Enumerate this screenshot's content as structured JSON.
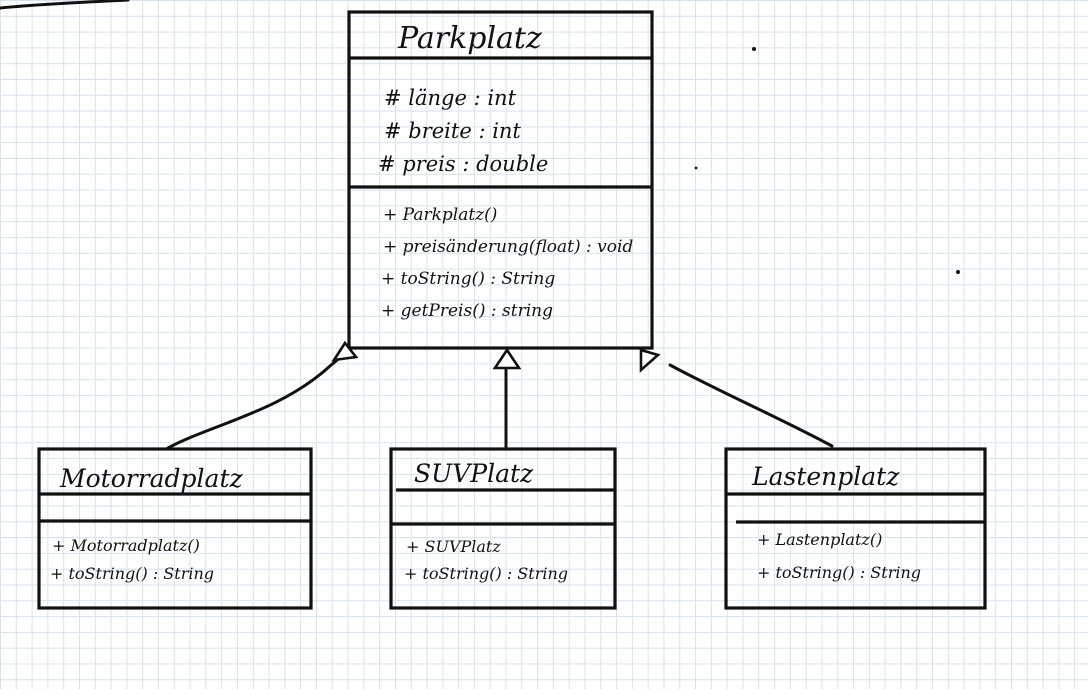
{
  "diagram": {
    "parent_class": {
      "name": "Parkplatz",
      "attributes": [
        "# länge : int",
        "# breite : int",
        "# preis : double"
      ],
      "methods": [
        "+ Parkplatz()",
        "+ preisänderung(float) : void",
        "+ toString() : String",
        "+ getPreis() : string"
      ]
    },
    "child_classes": [
      {
        "name": "Motorradplatz",
        "attributes": [],
        "methods": [
          "+ Motorradplatz()",
          "+ toString() : String"
        ]
      },
      {
        "name": "SUVPlatz",
        "attributes": [],
        "methods": [
          "+ SUVPlatz",
          "+ toString() : String"
        ]
      },
      {
        "name": "Lastenplatz",
        "attributes": [],
        "methods": [
          "+ Lastenplatz()",
          "+ toString() : String"
        ]
      }
    ]
  }
}
